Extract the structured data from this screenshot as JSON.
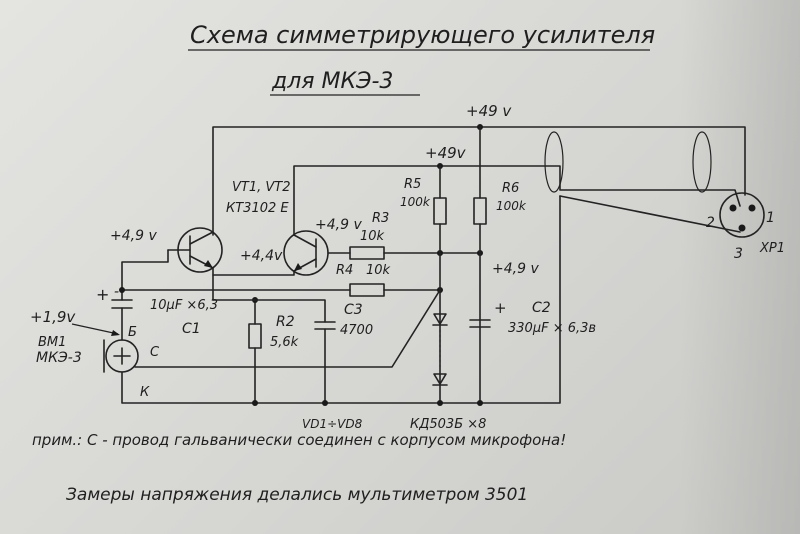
{
  "title": "Схема симметрирующего усилителя",
  "subtitle": "для МКЭ-3",
  "labels": {
    "rail_top": "+49 v",
    "rail_second": "+49v",
    "transistors": "VT1, VT2",
    "transistor_type": "КТ3102 Е",
    "vt1_base_voltage": "+4,9 v",
    "vt2_base_voltage": "+4,9 v",
    "emitter_voltage": "+4,4v",
    "r3": "R3",
    "r3_value": "10k",
    "r4": "R4",
    "r4_value": "10k",
    "r5": "R5",
    "r5_value": "100k",
    "r6": "R6",
    "r6_value": "100k",
    "right_voltage": "+4,9 v",
    "c2": "C2",
    "c2_value": "330µF × 6,3в",
    "c2_plus": "+",
    "c1_value": "10µF ×6,3",
    "c1": "C1",
    "c1_plus": "+",
    "c1_minus": "-",
    "mic_voltage": "+1,9v",
    "mic_ref": "BM1",
    "mic_name": "МКЭ-3",
    "pin_b": "Б",
    "pin_c": "С",
    "pin_k": "К",
    "r2": "R2",
    "r2_value": "5,6k",
    "c3": "C3",
    "c3_value": "4700",
    "diodes_ref": "VD1÷VD8",
    "diodes_type": "КД503Б ×8",
    "connector_pin_1": "1",
    "connector_pin_2": "2",
    "connector_pin_3": "3",
    "connector_ref": "XP1"
  },
  "notes": {
    "note1": "прим.: С - провод гальванически соединен с корпусом микрофона!",
    "note2": "Замеры напряжения делались мультиметром 3501"
  }
}
